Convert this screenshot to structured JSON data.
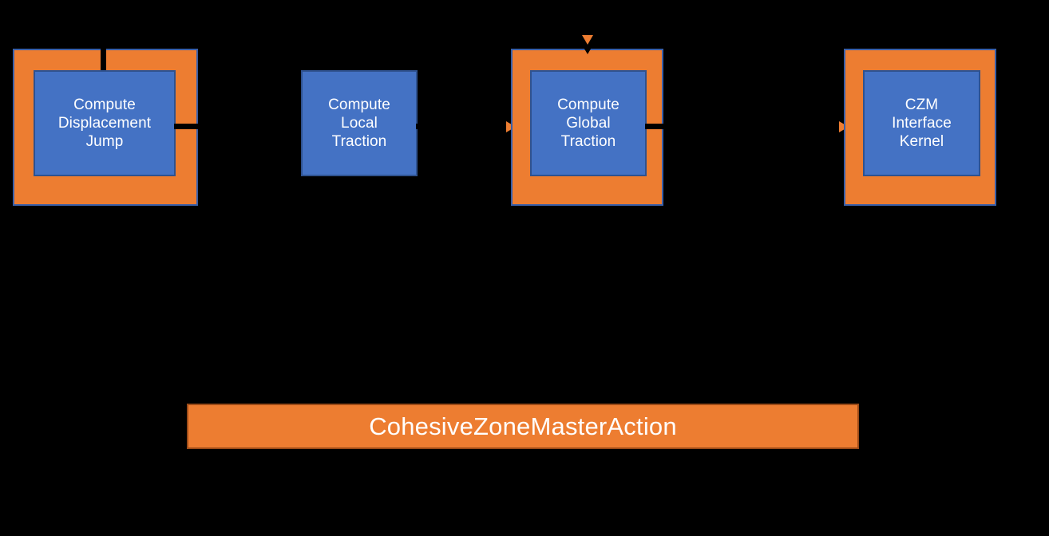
{
  "diagram": {
    "title": "CohesiveZoneMasterAction",
    "background_color": "#000000",
    "colors": {
      "frame_fill": "#ED7D31",
      "frame_border": "#3A5FA8",
      "node_fill": "#4472C4",
      "node_border": "#2F528F",
      "connector": "#000000",
      "text": "#FFFFFF",
      "banner_fill": "#ED7D31",
      "banner_border": "#9C4B18"
    },
    "nodes": [
      {
        "id": "compute-displacement-jump",
        "label": "Compute\nDisplacement\nJump",
        "framed": true
      },
      {
        "id": "compute-local-traction",
        "label": "Compute\nLocal\nTraction",
        "framed": false
      },
      {
        "id": "compute-global-traction",
        "label": "Compute\nGlobal\nTraction",
        "framed": true
      },
      {
        "id": "czm-interface-kernel",
        "label": "CZM\nInterface\nKernel",
        "framed": true
      }
    ],
    "banner": {
      "label": "CohesiveZoneMasterAction"
    }
  }
}
